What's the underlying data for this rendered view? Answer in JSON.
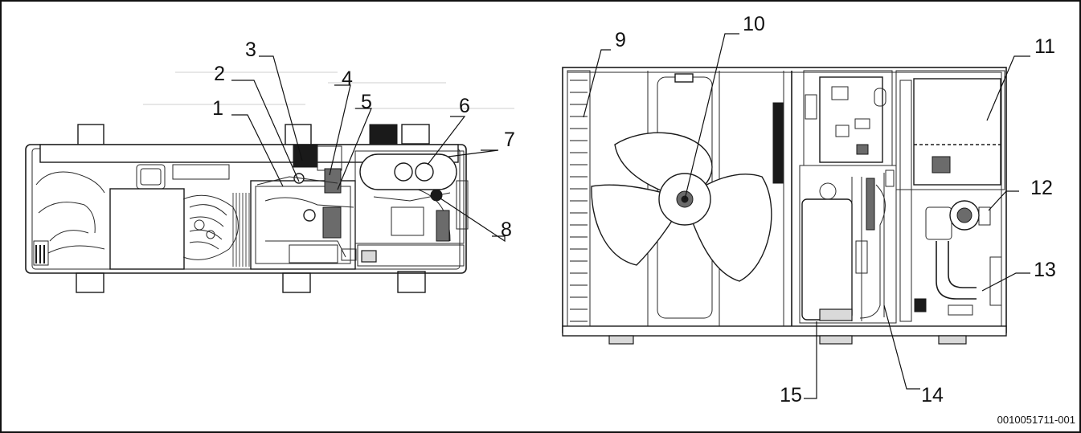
{
  "reference_code": "0010051711-001",
  "callouts": [
    "1",
    "2",
    "3",
    "4",
    "5",
    "6",
    "7",
    "8",
    "9",
    "10",
    "11",
    "12",
    "13",
    "14",
    "15"
  ]
}
